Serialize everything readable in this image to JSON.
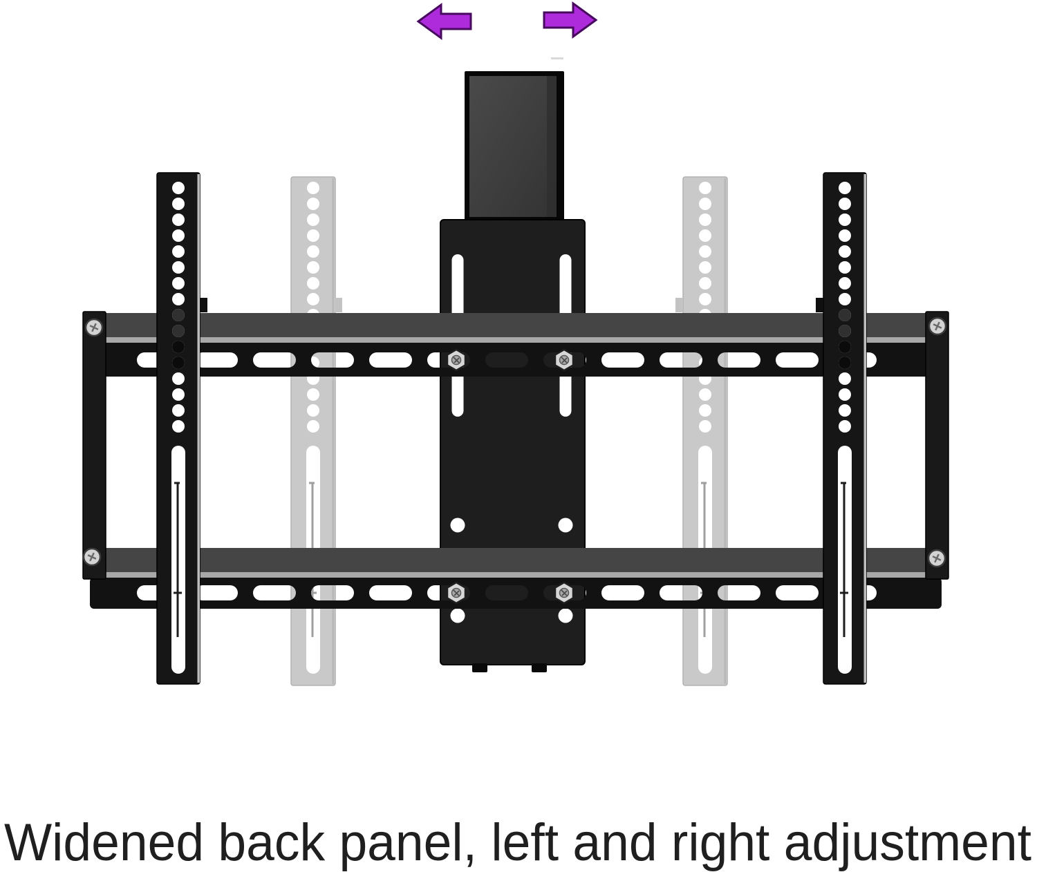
{
  "caption": {
    "text": "Widened back panel, left and right adjustment"
  },
  "arrows": {
    "left_direction": "left",
    "right_direction": "right"
  },
  "colors": {
    "background": "#ffffff",
    "arrow_fill": "#ae2bdc",
    "arrow_outline": "#470a5e",
    "caption_text": "#1f1f1f",
    "bracket_black": "#161616",
    "bracket_ghost": "#c9c9c9",
    "rail_flange": "#454545",
    "rail_face": "#121212",
    "silver_edge": "#a8a8a8",
    "plate_black": "#1e1e1e",
    "column_gray": "#3d3d3d"
  }
}
